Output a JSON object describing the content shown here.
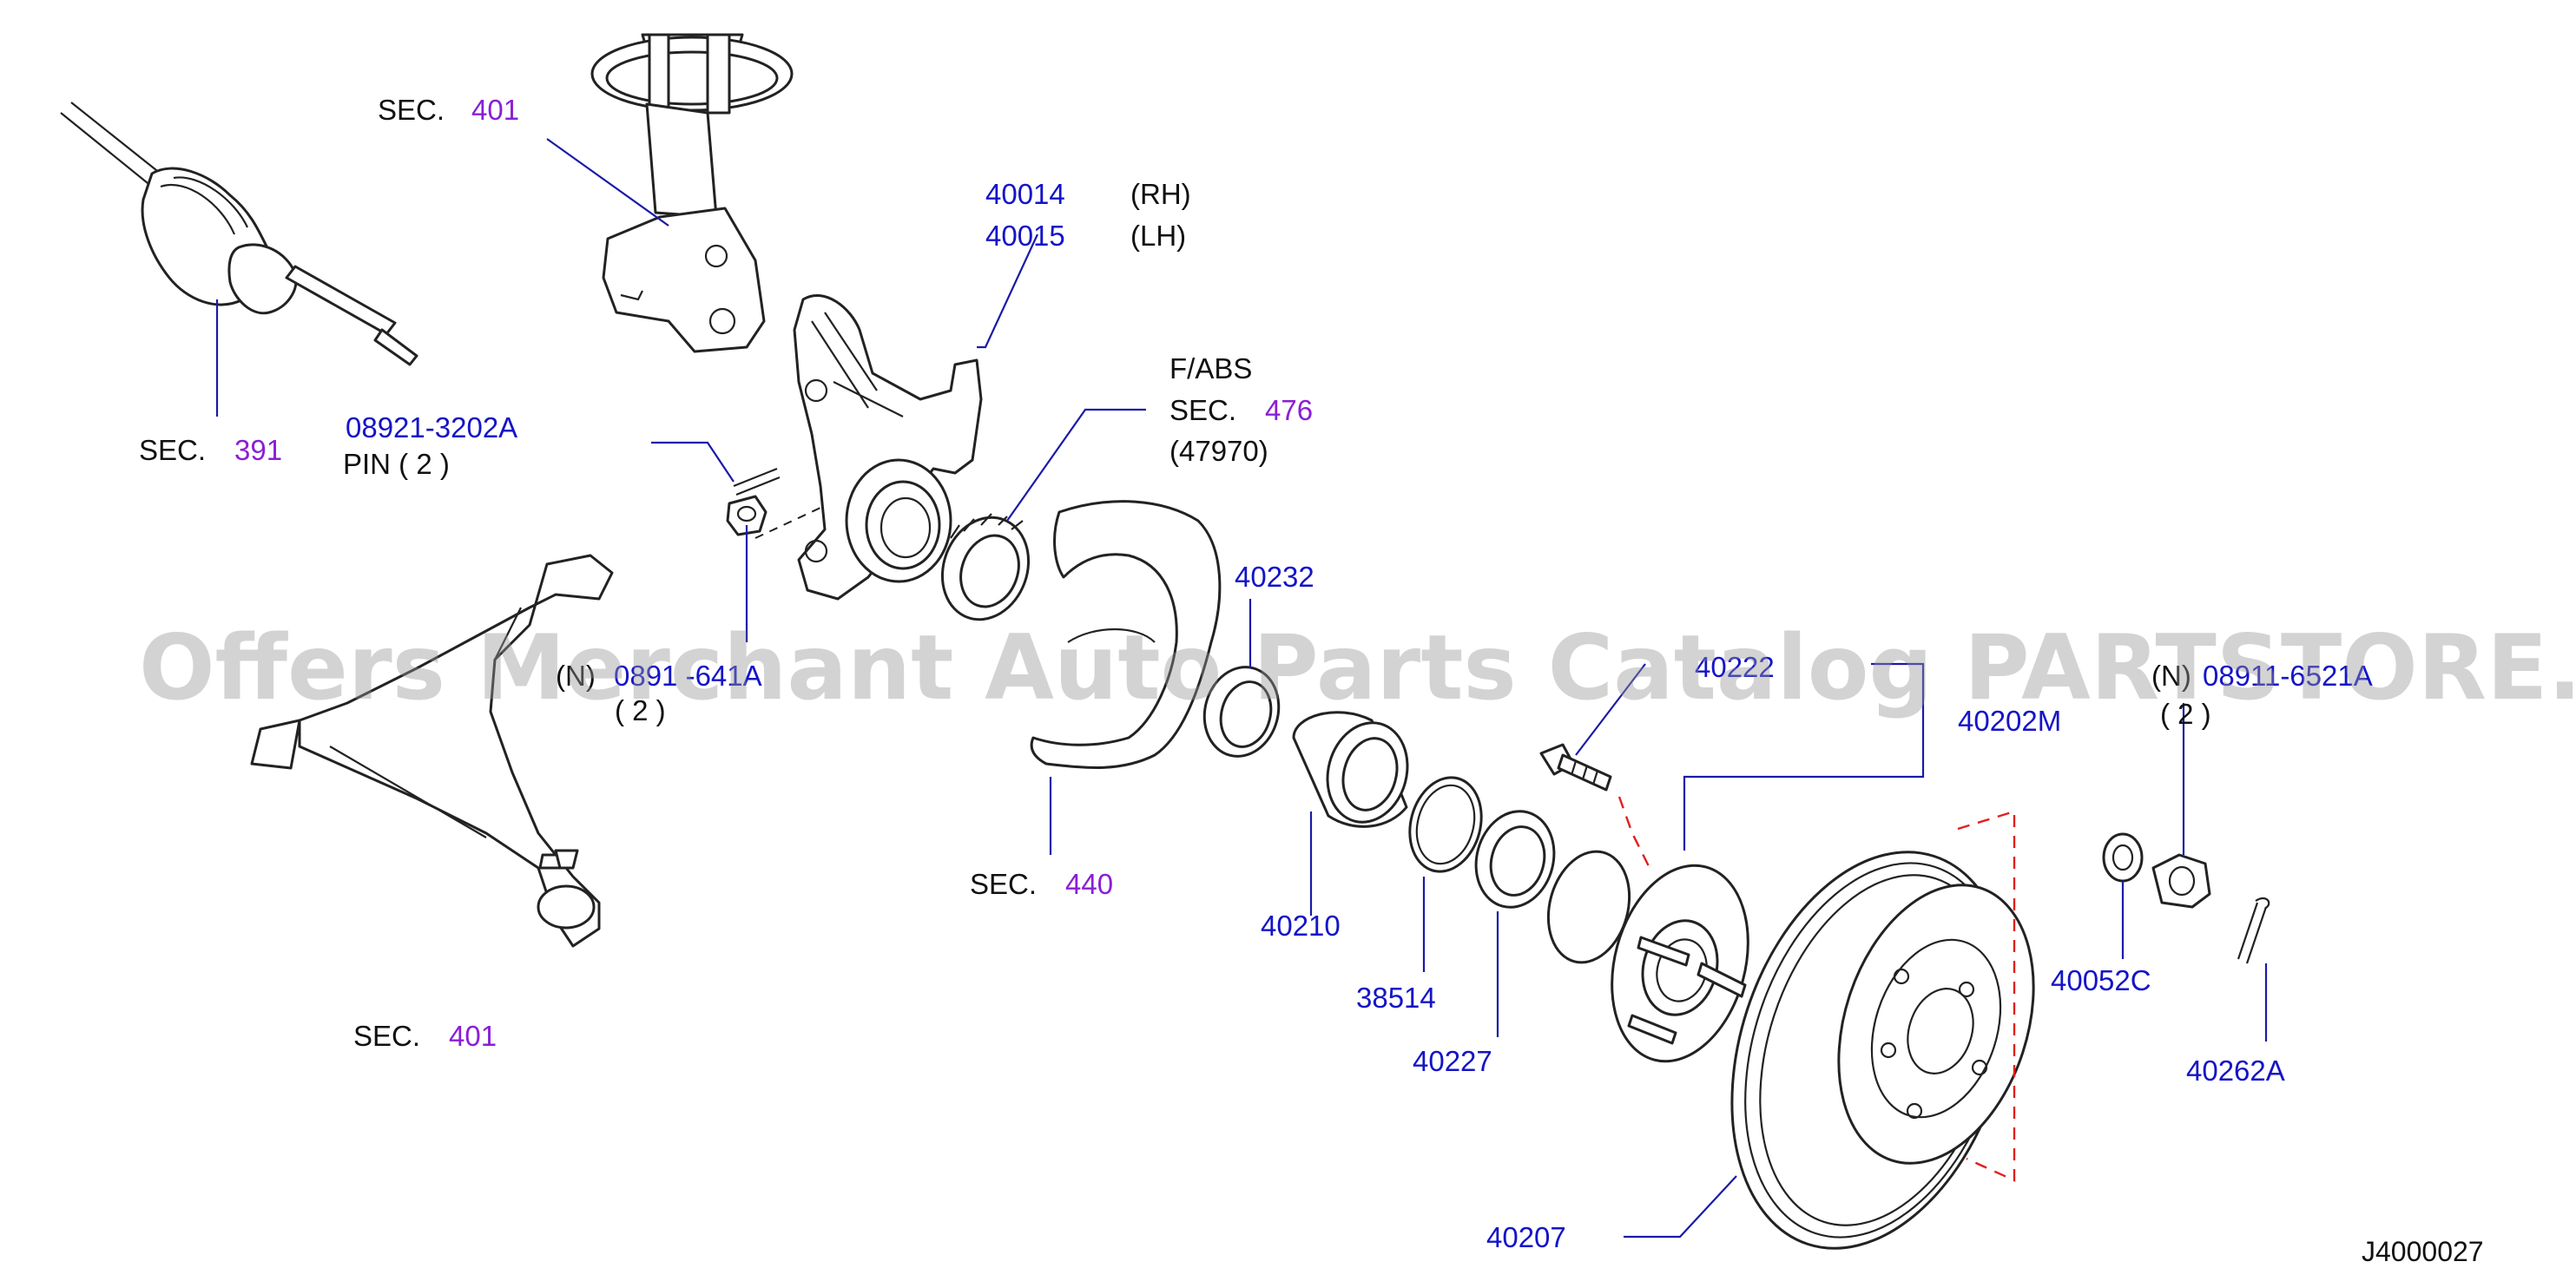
{
  "diagram": {
    "figure_code": "J4000027",
    "watermark": "Offers Merchant Auto Parts Catalog PARTSTORE.SA",
    "colors": {
      "part_number": "#1414c8",
      "section_number": "#8a1fd6",
      "text": "#111111",
      "callout": "#1a1aa8",
      "red_dash": "#e0201c"
    },
    "labels": {
      "sec_401_top": {
        "prefix": "SEC.",
        "num": "401"
      },
      "sec_391": {
        "prefix": "SEC.",
        "num": "391"
      },
      "pn_40014": "40014",
      "pn_40014_side": "(RH)",
      "pn_40015": "40015",
      "pn_40015_side": "(LH)",
      "f_abs": "F/ABS",
      "sec_476": {
        "prefix": "SEC.",
        "num": "476"
      },
      "pn_47970": "(47970)",
      "pn_08921": "08921-3202A",
      "pin_qty": "PIN ( 2 )",
      "pn_08911_left_marker": "(N)",
      "pn_08911_left": "0891 -641A",
      "qty_left": "( 2 )",
      "pn_40232": "40232",
      "sec_440": {
        "prefix": "SEC.",
        "num": "440"
      },
      "pn_40222": "40222",
      "pn_40202m": "40202M",
      "pn_08911_right_marker": "(N)",
      "pn_08911_right": "08911-6521A",
      "qty_right": "( 2 )",
      "pn_40210": "40210",
      "pn_38514": "38514",
      "pn_40227": "40227",
      "pn_40052c": "40052C",
      "pn_40262a": "40262A",
      "sec_401_bottom": {
        "prefix": "SEC.",
        "num": "401"
      },
      "pn_40207": "40207"
    }
  }
}
